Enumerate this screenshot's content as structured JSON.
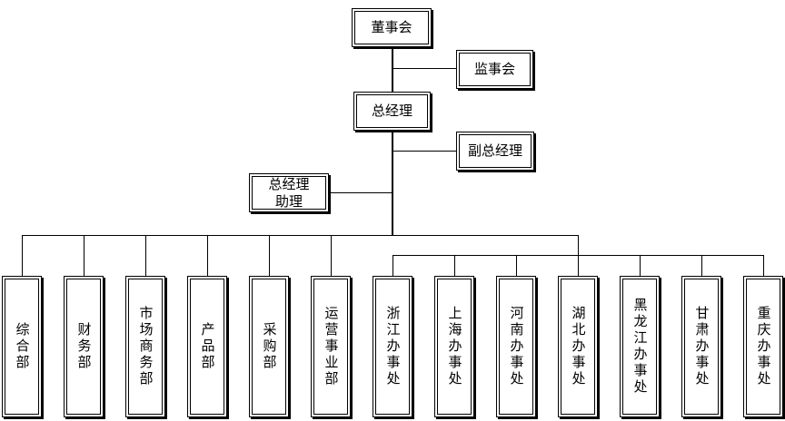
{
  "org": {
    "board": "董事会",
    "supervisors": "监事会",
    "gm": "总经理",
    "deputy_gm": "副总经理",
    "gm_assistant_line1": "总经理",
    "gm_assistant_line2": "助理",
    "departments": [
      "综合部",
      "财务部",
      "市场商务部",
      "产品部",
      "采购部",
      "运营事业部"
    ],
    "offices": [
      "浙江办事处",
      "上海办事处",
      "河南办事处",
      "湖北办事处",
      "黑龙江办事处",
      "甘肃办事处",
      "重庆办事处"
    ]
  }
}
